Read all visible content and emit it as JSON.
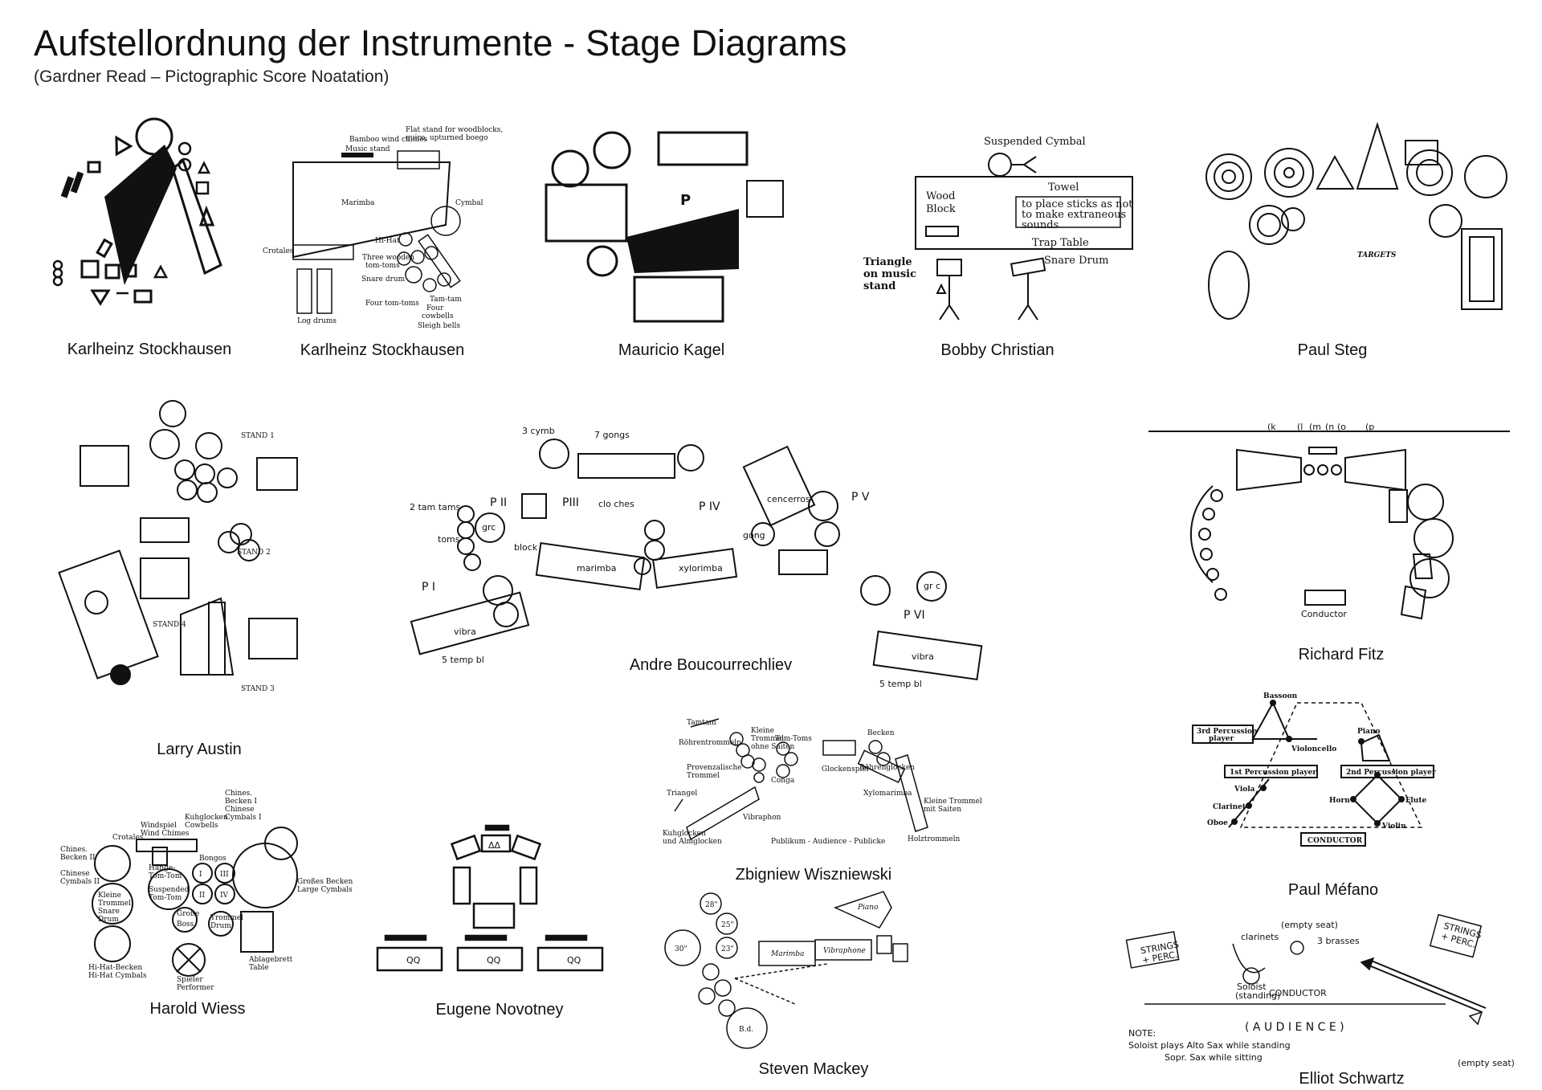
{
  "title": "Aufstellordnung der Instrumente - Stage Diagrams",
  "subtitle": "(Gardner Read – Pictographic Score Noatation)",
  "captions": {
    "stockhausen1": "Karlheinz Stockhausen",
    "stockhausen2": "Karlheinz Stockhausen",
    "kagel": "Mauricio Kagel",
    "christian": "Bobby Christian",
    "steg": "Paul Steg",
    "austin": "Larry Austin",
    "boucourechliev": "Andre Boucourrechliev",
    "fitz": "Richard Fitz",
    "wiess": "Harold Wiess",
    "novotney": "Eugene Novotney",
    "wiszniewski": "Zbigniew Wiszniewski",
    "mefano": "Paul Méfano",
    "mackey": "Steven Mackey",
    "schwartz": "Elliot Schwartz"
  },
  "stockhausen2_labels": {
    "bamboo": "Bamboo wind chimes",
    "music_stand": "Music stand",
    "flat_stand": "Flat stand for woodblocks,",
    "flat_stand2": "guiro, upturned boego",
    "marimba": "Marimba",
    "cymbal": "Cymbal",
    "crotales": "Crotales",
    "hihat": "Hi-Hat",
    "three_wooden": "Three wooden",
    "tom_toms": "tom-toms",
    "snare": "Snare drum",
    "tamtam": "Tam-tam",
    "four_tomtoms": "Four tom-toms",
    "four": "Four",
    "cowbells": "cowbells",
    "log_drums": "Log drums",
    "sleigh": "Sleigh bells"
  },
  "kagel_labels": {
    "p": "P"
  },
  "christian_labels": {
    "suspended": "Suspended Cymbal",
    "towel": "Towel",
    "wood": "Wood",
    "block": "Block",
    "place1": "to place sticks as not",
    "place2": "to make extraneous",
    "place3": "sounds",
    "trap": "Trap Table",
    "snare": "Snare Drum",
    "triangle1": "Triangle",
    "triangle2": "on music",
    "triangle3": "stand"
  },
  "steg_labels": {
    "targets": "TARGETS"
  },
  "austin_labels": {
    "stand1": "STAND 1",
    "stand2": "STAND 2",
    "stand3": "STAND 3",
    "stand4": "STAND 4"
  },
  "boucourechliev_labels": {
    "p1": "P I",
    "p2": "P II",
    "p3": "PIII",
    "p4": "P IV",
    "p5": "P V",
    "p6": "P VI",
    "vibra": "vibra",
    "vibra2": "vibra",
    "marimba": "marimba",
    "xylorimba": "xylorimba",
    "gong": "gong",
    "bloc": "block",
    "grc": "grc",
    "grc2": "gr c",
    "toms": "toms",
    "temp": "5 temp bl",
    "temp2": "5 temp bl",
    "gongs": "7 gongs",
    "cymb": "3 cymb",
    "tamtams": "2 tam tams",
    "clo": "clo ches",
    "cencerros": "cencerros"
  },
  "fitz_labels": {
    "k": "(k",
    "l": "(l",
    "m": "(m",
    "n": "(n",
    "o": "(o",
    "p": "(p",
    "conductor": "Conductor"
  },
  "wiess_labels": {
    "chines1": "Chines.",
    "chines2": "Becken I",
    "chines3": "Chinese",
    "chines4": "Cymbals I",
    "chinesL1": "Chines.",
    "chinesL2": "Becken II",
    "chinesL3": "Chinese",
    "chinesL4": "Cymbals II",
    "windspiel": "Windspiel",
    "windchimes": "Wind Chimes",
    "kuhglocken": "Kuhglocken",
    "cowbells": "Cowbells",
    "crotales": "Crotales",
    "bongos": "Bongos",
    "haenge": "Hänge-",
    "tomtom": "Tom-Tom",
    "suspended": "Suspended",
    "tomtom2": "Tom-Tom",
    "kleine": "Kleine",
    "trommel": "Trommel",
    "snare": "Snare",
    "drum": "Drum",
    "grosse": "Große",
    "boss": "Boss",
    "trommel2": "Trommel",
    "drum2": "Drum",
    "grossebecken": "Großes Becken",
    "largecymbals": "Large Cymbals",
    "hihat1": "Hi-Hat-Becken",
    "hihat2": "Hi-Hat Cymbals",
    "spieler": "Spieler",
    "performer": "Performer",
    "ablage": "Ablagebrett",
    "table": "Table",
    "I": "I",
    "II": "II",
    "III": "III",
    "IV": "IV"
  },
  "novotney_labels": {
    "delta": "ΔΔ",
    "qq": "QQ"
  },
  "wiszniewski_labels": {
    "tamtam": "Tamtam",
    "roehrentrommeln": "Röhrentrommeln",
    "kleine": "Kleine",
    "trommel": "Trommel",
    "ohne": "ohne Saiten",
    "tomtom": "Tom-Toms",
    "becken": "Becken",
    "glockenspiel": "Glockenspiel",
    "provenzalische": "Provenzalische",
    "trommel2": "Trommel",
    "conga": "Conga",
    "roehrenglocken": "Röhrenglocken",
    "triangel": "Triangel",
    "vibraphon": "Vibraphon",
    "kuhglocken": "Kuhglocken",
    "almglocken": "und Almglocken",
    "xylomarimba": "Xylomarimba",
    "kleinetrommel": "Kleine Trommel",
    "mitsaiten": "mit Saiten",
    "holztrommeln": "Holztrommeln",
    "publikum": "Publikum - Audience - Publicke"
  },
  "mefano_labels": {
    "bassoon": "Bassoon",
    "piano": "Piano",
    "third1": "3rd Percussion",
    "third2": "player",
    "violoncello": "Violoncello",
    "first": "1st Percussion player",
    "second": "2nd Percussion player",
    "viola": "Viola",
    "clarinet": "Clarinet",
    "oboe": "Oboe",
    "horn": "Horn",
    "flute": "Flute",
    "violin": "Violin",
    "conductor": "CONDUCTOR"
  },
  "mackey_labels": {
    "d28": "28\"",
    "d25": "25\"",
    "d30": "30\"",
    "d23": "23\"",
    "marimba": "Marimba",
    "vibraphone": "Vibraphone",
    "piano": "Piano",
    "bd": "B.d."
  },
  "schwartz_labels": {
    "strings1": "STRINGS",
    "strings2": "+ PERC.",
    "strings3": "STRINGS",
    "strings4": "+ PERC.",
    "clarinets": "clarinets",
    "empty": "(empty seat)",
    "brasses": "3 brasses",
    "soloist": "Soloist",
    "standing": "(standing)",
    "conductor": "CONDUCTOR",
    "audience": "( A U D I E N C E )",
    "note": "NOTE:",
    "note1": "Soloist plays Alto Sax while standing",
    "note2": "Sopr. Sax while sitting",
    "empty2": "(empty seat)"
  }
}
